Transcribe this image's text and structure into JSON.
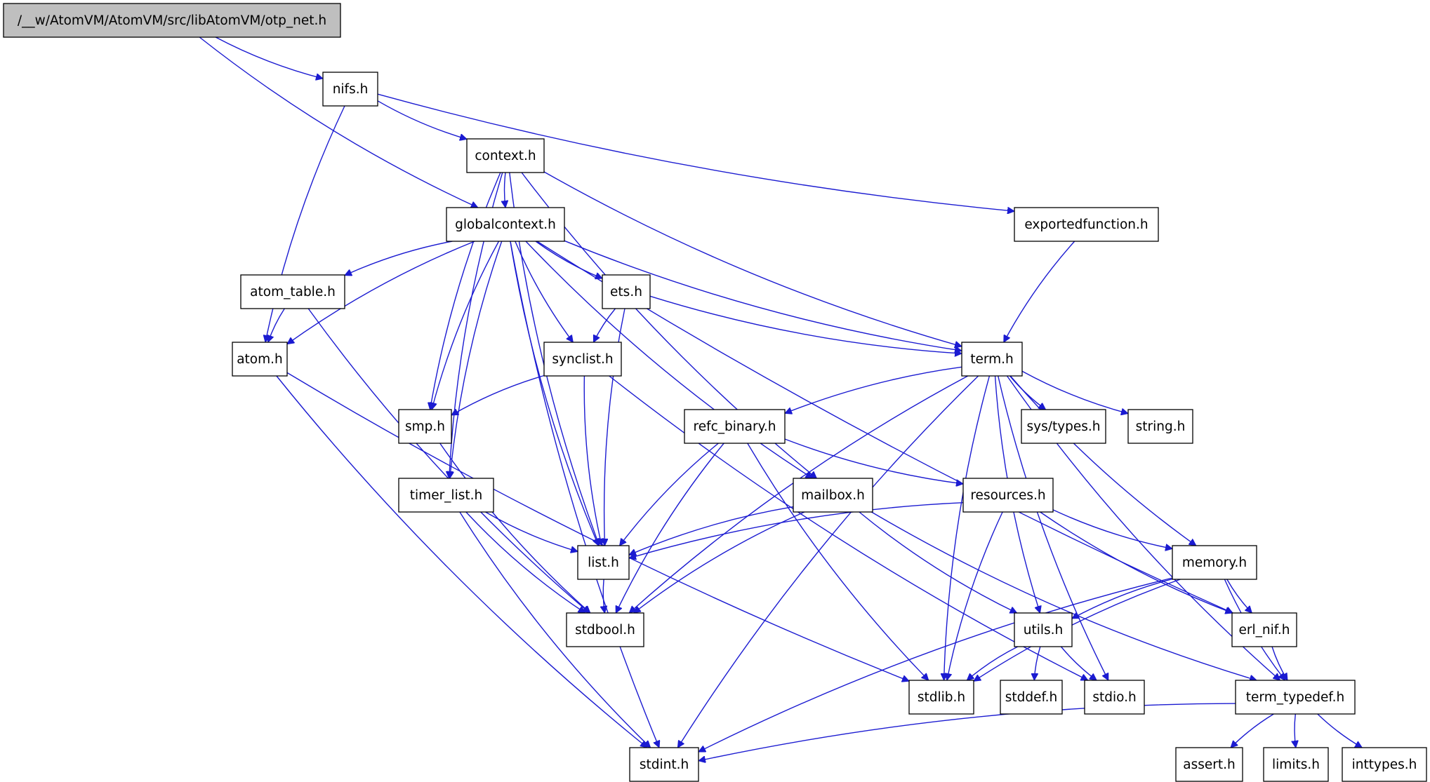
{
  "graph": {
    "root": "otp_net",
    "nodes": [
      {
        "id": "otp_net",
        "label": "/__w/AtomVM/AtomVM/src/libAtomVM/otp_net.h"
      },
      {
        "id": "nifs",
        "label": "nifs.h"
      },
      {
        "id": "context",
        "label": "context.h"
      },
      {
        "id": "globalcontext",
        "label": "globalcontext.h"
      },
      {
        "id": "exportedfunction",
        "label": "exportedfunction.h"
      },
      {
        "id": "atom_table",
        "label": "atom_table.h"
      },
      {
        "id": "ets",
        "label": "ets.h"
      },
      {
        "id": "atom",
        "label": "atom.h"
      },
      {
        "id": "synclist",
        "label": "synclist.h"
      },
      {
        "id": "term",
        "label": "term.h"
      },
      {
        "id": "smp",
        "label": "smp.h"
      },
      {
        "id": "refc_binary",
        "label": "refc_binary.h"
      },
      {
        "id": "sys_types",
        "label": "sys/types.h"
      },
      {
        "id": "string",
        "label": "string.h"
      },
      {
        "id": "timer_list",
        "label": "timer_list.h"
      },
      {
        "id": "mailbox",
        "label": "mailbox.h"
      },
      {
        "id": "resources",
        "label": "resources.h"
      },
      {
        "id": "list",
        "label": "list.h"
      },
      {
        "id": "memory",
        "label": "memory.h"
      },
      {
        "id": "stdbool",
        "label": "stdbool.h"
      },
      {
        "id": "utils",
        "label": "utils.h"
      },
      {
        "id": "erl_nif",
        "label": "erl_nif.h"
      },
      {
        "id": "stdlib",
        "label": "stdlib.h"
      },
      {
        "id": "stddef",
        "label": "stddef.h"
      },
      {
        "id": "stdio",
        "label": "stdio.h"
      },
      {
        "id": "term_typedef",
        "label": "term_typedef.h"
      },
      {
        "id": "stdint",
        "label": "stdint.h"
      },
      {
        "id": "assert",
        "label": "assert.h"
      },
      {
        "id": "limits",
        "label": "limits.h"
      },
      {
        "id": "inttypes",
        "label": "inttypes.h"
      }
    ],
    "edges": [
      [
        "otp_net",
        "nifs"
      ],
      [
        "otp_net",
        "globalcontext"
      ],
      [
        "nifs",
        "context"
      ],
      [
        "nifs",
        "exportedfunction"
      ],
      [
        "nifs",
        "atom"
      ],
      [
        "context",
        "globalcontext"
      ],
      [
        "context",
        "term"
      ],
      [
        "context",
        "mailbox"
      ],
      [
        "context",
        "list"
      ],
      [
        "context",
        "smp"
      ],
      [
        "context",
        "timer_list"
      ],
      [
        "globalcontext",
        "atom_table"
      ],
      [
        "globalcontext",
        "ets"
      ],
      [
        "globalcontext",
        "atom"
      ],
      [
        "globalcontext",
        "synclist"
      ],
      [
        "globalcontext",
        "term"
      ],
      [
        "globalcontext",
        "smp"
      ],
      [
        "globalcontext",
        "timer_list"
      ],
      [
        "globalcontext",
        "list"
      ],
      [
        "globalcontext",
        "mailbox"
      ],
      [
        "globalcontext",
        "erl_nif"
      ],
      [
        "globalcontext",
        "stdint"
      ],
      [
        "exportedfunction",
        "term"
      ],
      [
        "atom_table",
        "atom"
      ],
      [
        "atom_table",
        "stdbool"
      ],
      [
        "ets",
        "synclist"
      ],
      [
        "ets",
        "term"
      ],
      [
        "ets",
        "list"
      ],
      [
        "atom",
        "stdint"
      ],
      [
        "atom",
        "stdlib"
      ],
      [
        "synclist",
        "smp"
      ],
      [
        "synclist",
        "list"
      ],
      [
        "synclist",
        "stdio"
      ],
      [
        "term",
        "refc_binary"
      ],
      [
        "term",
        "sys_types"
      ],
      [
        "term",
        "string"
      ],
      [
        "term",
        "memory"
      ],
      [
        "term",
        "utils"
      ],
      [
        "term",
        "stdbool"
      ],
      [
        "term",
        "stdint"
      ],
      [
        "term",
        "stdlib"
      ],
      [
        "term",
        "stdio"
      ],
      [
        "term",
        "term_typedef"
      ],
      [
        "smp",
        "stdbool"
      ],
      [
        "refc_binary",
        "resources"
      ],
      [
        "refc_binary",
        "list"
      ],
      [
        "refc_binary",
        "stdbool"
      ],
      [
        "refc_binary",
        "stdlib"
      ],
      [
        "timer_list",
        "list"
      ],
      [
        "timer_list",
        "stdbool"
      ],
      [
        "timer_list",
        "stdint"
      ],
      [
        "mailbox",
        "list"
      ],
      [
        "mailbox",
        "utils"
      ],
      [
        "mailbox",
        "stdbool"
      ],
      [
        "mailbox",
        "term_typedef"
      ],
      [
        "resources",
        "memory"
      ],
      [
        "resources",
        "erl_nif"
      ],
      [
        "resources",
        "list"
      ],
      [
        "resources",
        "stdlib"
      ],
      [
        "list",
        "stdbool"
      ],
      [
        "memory",
        "utils"
      ],
      [
        "memory",
        "erl_nif"
      ],
      [
        "memory",
        "term_typedef"
      ],
      [
        "memory",
        "stdlib"
      ],
      [
        "memory",
        "stdint"
      ],
      [
        "utils",
        "stdlib"
      ],
      [
        "utils",
        "stddef"
      ],
      [
        "utils",
        "stdio"
      ],
      [
        "erl_nif",
        "term_typedef"
      ],
      [
        "term_typedef",
        "stdint"
      ],
      [
        "term_typedef",
        "assert"
      ],
      [
        "term_typedef",
        "limits"
      ],
      [
        "term_typedef",
        "inttypes"
      ]
    ],
    "colors": {
      "edge": "#1b1bd1",
      "node_border": "#000000",
      "root_fill": "#bfbfbf",
      "node_fill": "#ffffff"
    }
  }
}
